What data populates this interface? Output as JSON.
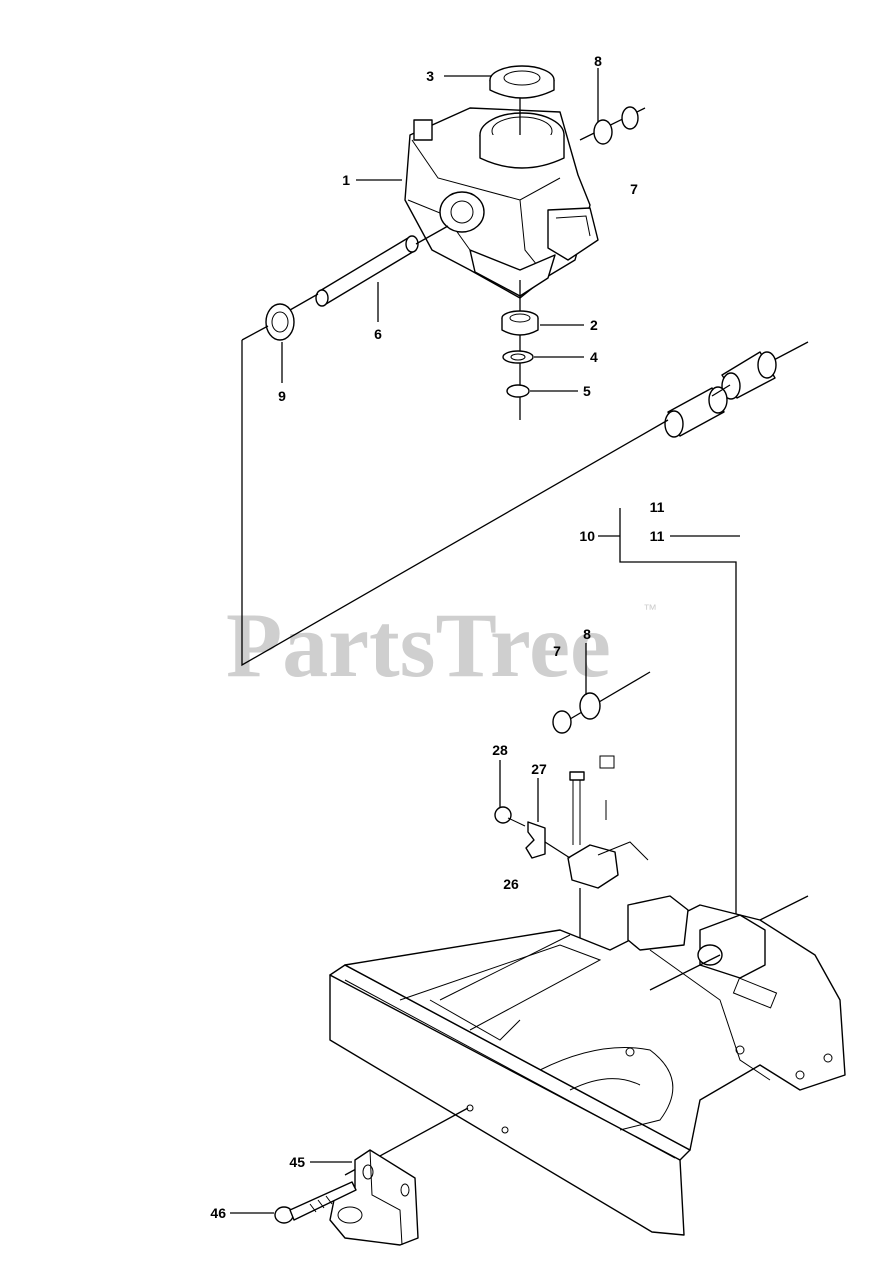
{
  "watermark": {
    "text": "PartsTree",
    "tm": "™"
  },
  "callouts": {
    "c1": "1",
    "c2": "2",
    "c3": "3",
    "c4": "4",
    "c5": "5",
    "c6": "6",
    "c7a": "7",
    "c7b": "7",
    "c8a": "8",
    "c8b": "8",
    "c9": "9",
    "c10": "10",
    "c11a": "11",
    "c11b": "11",
    "c26": "26",
    "c27": "27",
    "c28": "28",
    "c45": "45",
    "c46": "46"
  },
  "colors": {
    "ink": "#000000",
    "watermark": "#cfcfcf",
    "background": "#ffffff"
  }
}
